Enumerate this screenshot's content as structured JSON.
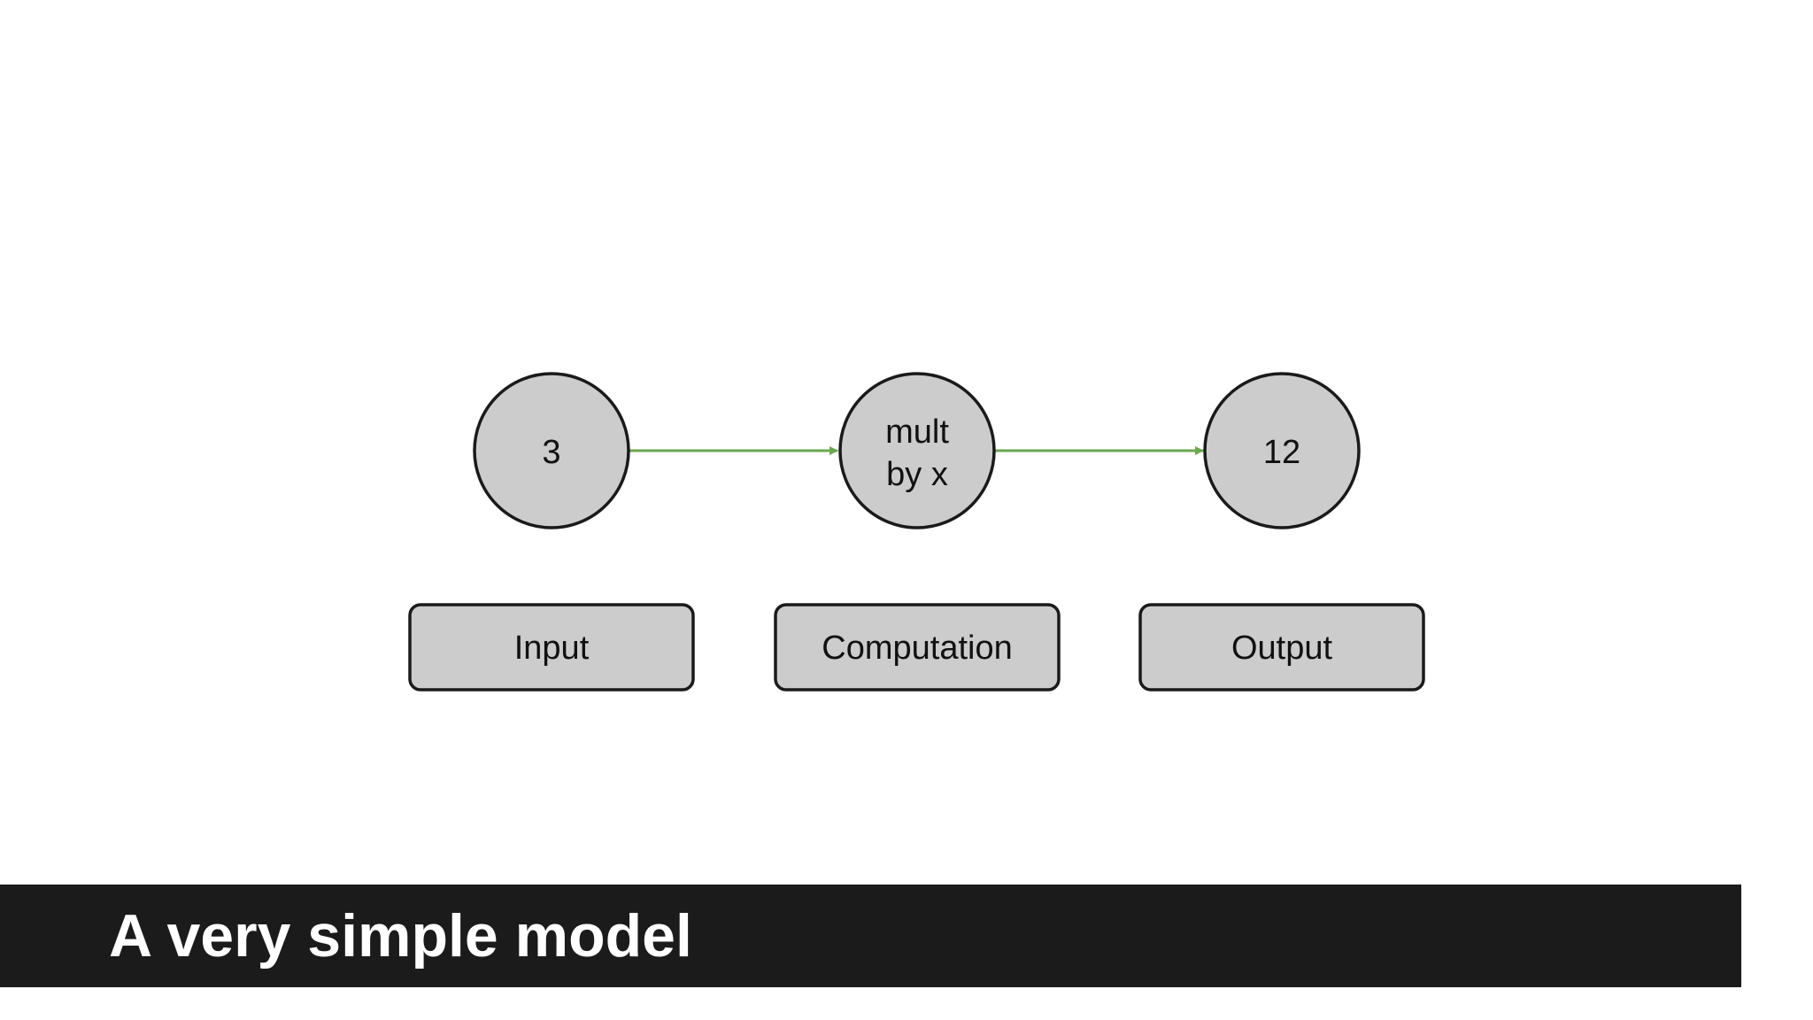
{
  "nodes": [
    {
      "label_lines": [
        "3"
      ]
    },
    {
      "label_lines": [
        "mult",
        "by x"
      ]
    },
    {
      "label_lines": [
        "12"
      ]
    }
  ],
  "stage_labels": [
    "Input",
    "Computation",
    "Output"
  ],
  "title": "A very simple model",
  "colors": {
    "node_fill": "#cccccc",
    "stroke": "#1a1a1a",
    "arrow": "#6aa84f",
    "title_bar": "#1b1b1c"
  }
}
